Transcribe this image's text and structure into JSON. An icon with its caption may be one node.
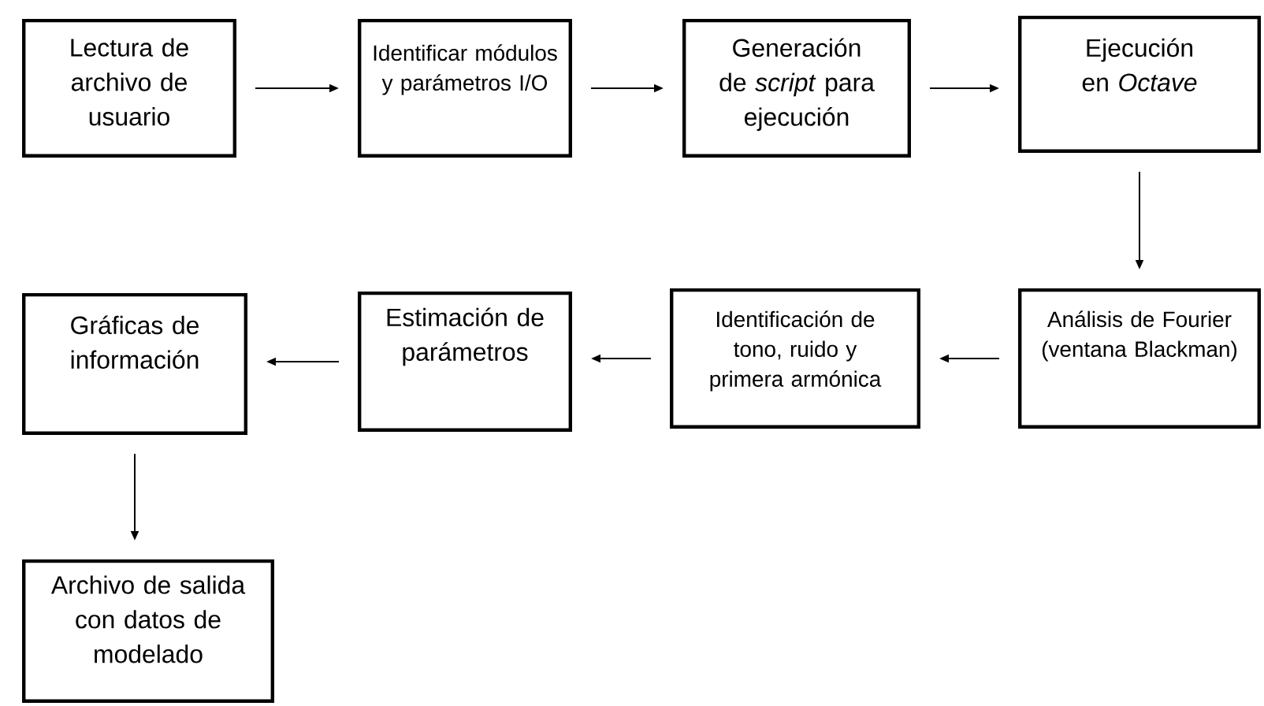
{
  "diagram": {
    "nodes": [
      {
        "text": [
          "Lectura de archivo de usuario"
        ]
      },
      {
        "text": [
          "Identificar módulos y parámetros I/O"
        ]
      },
      {
        "text": [
          "Generación de *script* para ejecución"
        ]
      },
      {
        "text": [
          "Ejecución en *Octave*"
        ]
      },
      {
        "text": [
          "Análisis de Fourier (ventana Blackman)"
        ]
      },
      {
        "text": [
          "Identificación de tono, ruido y primera armónica"
        ]
      },
      {
        "text": [
          "Estimación de parámetros"
        ]
      },
      {
        "text": [
          "Gráficas de información"
        ]
      },
      {
        "text": [
          "Archivo de salida con datos de modelado"
        ]
      }
    ],
    "edges": [
      {
        "from": 0,
        "to": 1,
        "arrow": "to"
      },
      {
        "from": 1,
        "to": 2,
        "arrow": "to"
      },
      {
        "from": 2,
        "to": 3,
        "arrow": "to"
      },
      {
        "from": 3,
        "to": 4,
        "arrow": "to"
      },
      {
        "from": 4,
        "to": 5,
        "arrow": "to"
      },
      {
        "from": 5,
        "to": 6,
        "arrow": "to"
      },
      {
        "from": 6,
        "to": 7,
        "arrow": "to"
      },
      {
        "from": 7,
        "to": 8,
        "arrow": "to"
      }
    ]
  }
}
